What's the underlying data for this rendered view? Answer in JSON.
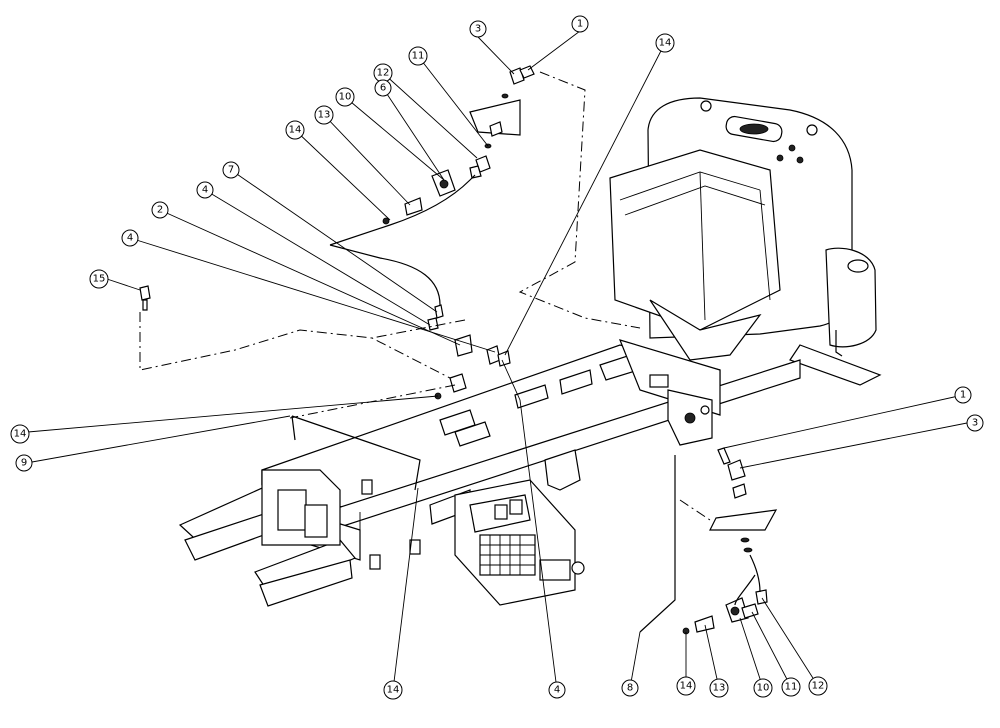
{
  "callouts": [
    {
      "id": "c-3-top",
      "label": "3"
    },
    {
      "id": "c-1-top",
      "label": "1"
    },
    {
      "id": "c-14-top",
      "label": "14"
    },
    {
      "id": "c-12-top",
      "label": "12"
    },
    {
      "id": "c-11-top",
      "label": "11"
    },
    {
      "id": "c-6-top",
      "label": "6"
    },
    {
      "id": "c-10-top",
      "label": "10"
    },
    {
      "id": "c-13-top",
      "label": "13"
    },
    {
      "id": "c-14-mid",
      "label": "14"
    },
    {
      "id": "c-7",
      "label": "7"
    },
    {
      "id": "c-4-a",
      "label": "4"
    },
    {
      "id": "c-2",
      "label": "2"
    },
    {
      "id": "c-4-b",
      "label": "4"
    },
    {
      "id": "c-15",
      "label": "15"
    },
    {
      "id": "c-14-left",
      "label": "14"
    },
    {
      "id": "c-9",
      "label": "9"
    },
    {
      "id": "c-1-right",
      "label": "1"
    },
    {
      "id": "c-3-right",
      "label": "3"
    },
    {
      "id": "c-14-bottom",
      "label": "14"
    },
    {
      "id": "c-4-bottom",
      "label": "4"
    },
    {
      "id": "c-8",
      "label": "8"
    },
    {
      "id": "c-14-br",
      "label": "14"
    },
    {
      "id": "c-13-br",
      "label": "13"
    },
    {
      "id": "c-10-br",
      "label": "10"
    },
    {
      "id": "c-11-br",
      "label": "11"
    },
    {
      "id": "c-12-br",
      "label": "12"
    }
  ]
}
